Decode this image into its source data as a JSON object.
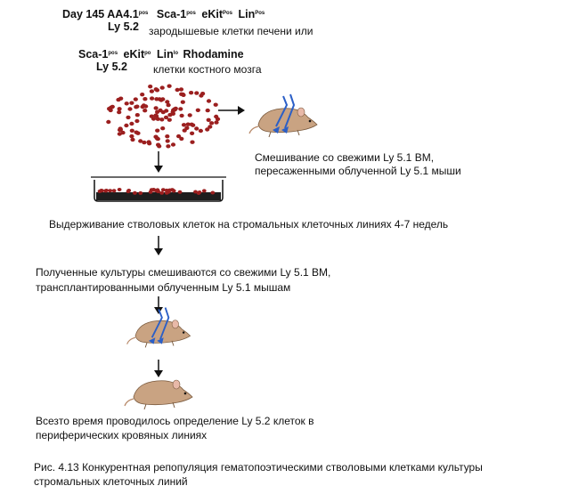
{
  "header": {
    "line1_day": "Day 145 AA4.1",
    "line1_day_sup": "pos",
    "line1_sca": "Sca-1",
    "line1_sca_sup": "pos",
    "line1_ekit": "eKit",
    "line1_ekit_sup": "Pos",
    "line1_lin": "Lin",
    "line1_lin_sup": "Pos",
    "line2_ly": "Ly 5.2",
    "line2_text": "зародышевые клетки печени или",
    "line3_sca": "Sca-1",
    "line3_sca_sup": "pos",
    "line3_ekit": "eKit",
    "line3_ekit_sup": "po",
    "line3_lin": "Lin",
    "line3_lin_sup": "lo",
    "line3_rho": "Rhodamine",
    "line4_ly": "Ly 5.2",
    "line4_text": "клетки костного мозга"
  },
  "steps": {
    "mix_fresh": "Смешивание со свежими Ly 5.1 BM,",
    "mix_fresh_2": "пересаженными облученной Ly 5.1 мыши",
    "culture": "Выдерживание стволовых клеток на стромальных клеточных линиях 4-7 недель",
    "cultures_mixed": "Полученные культуры смешиваются со свежими Ly 5.1 BM,",
    "cultures_mixed_2": "трансплантированными облученным Ly 5.1 мышам",
    "determination": "Всезто время проводилось определение Ly 5.2 клеток в",
    "determination_2": "периферических кровяных линиях"
  },
  "caption": {
    "line1": "Рис. 4.13  Конкурентная репопуляция гематопоэтическими стволовыми клетками культуры",
    "line2": "стромальных клеточных линий"
  },
  "colors": {
    "cell": "#9b1f1f",
    "mouse_body": "#c9a382",
    "syringe": "#2b5fc7",
    "text": "#111111"
  }
}
